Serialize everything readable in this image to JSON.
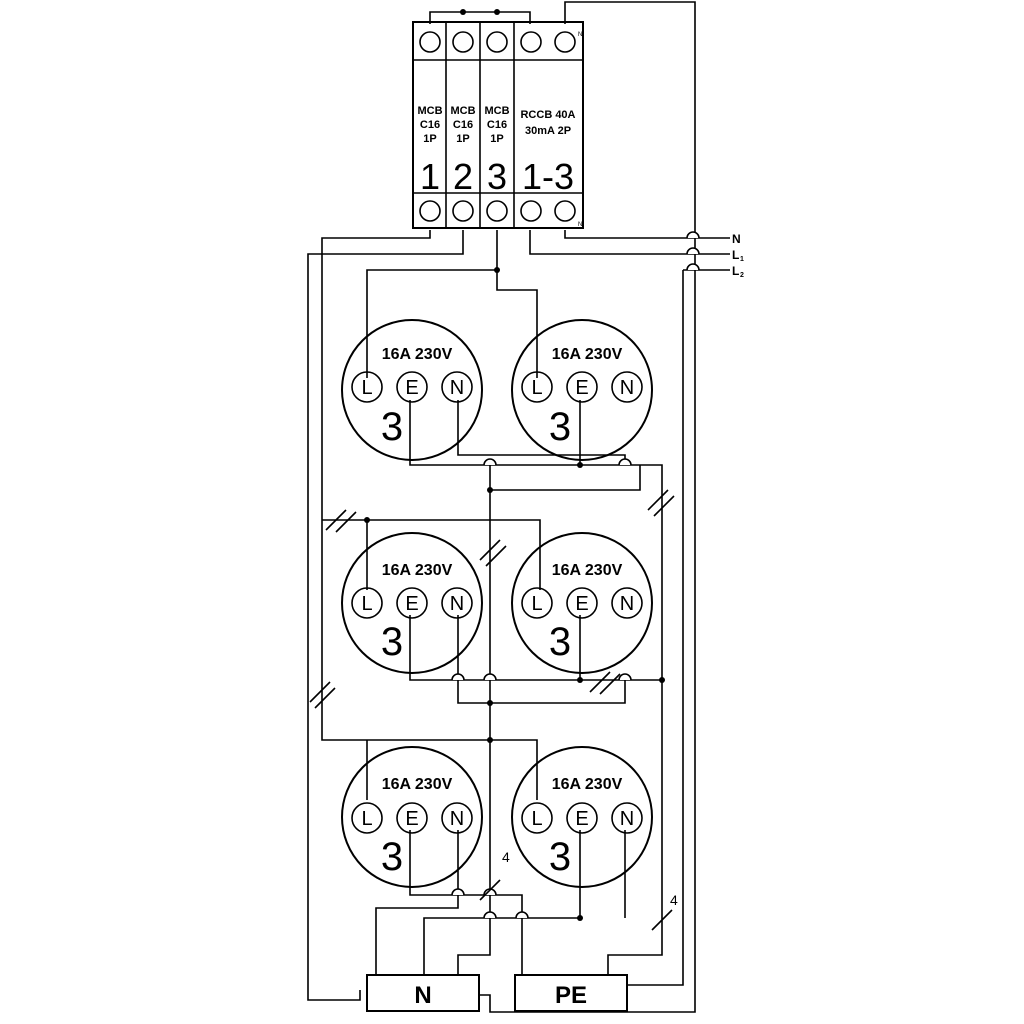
{
  "breakers": [
    {
      "type_line1": "MCB",
      "type_line2": "C16",
      "type_line3": "1P",
      "number": "1"
    },
    {
      "type_line1": "MCB",
      "type_line2": "C16",
      "type_line3": "1P",
      "number": "2"
    },
    {
      "type_line1": "MCB",
      "type_line2": "C16",
      "type_line3": "1P",
      "number": "3"
    }
  ],
  "rccb": {
    "line1": "RCCB 40A",
    "line2": "30mA 2P",
    "number": "1-3",
    "terminal_label": "N"
  },
  "supply": {
    "n": "N",
    "l1": "L",
    "l1_sub": "1",
    "l2": "L",
    "l2_sub": "2"
  },
  "socket": {
    "rating": "16A  230V",
    "pin_l": "L",
    "pin_e": "E",
    "pin_n": "N",
    "circuit": "3"
  },
  "conductor_count": "4",
  "busbars": {
    "neutral": "N",
    "earth": "PE"
  }
}
